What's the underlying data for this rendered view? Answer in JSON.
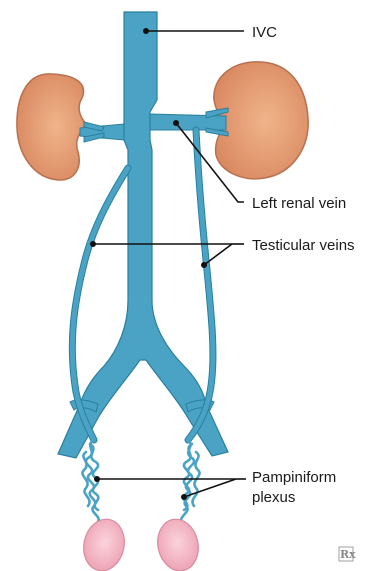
{
  "labels": {
    "ivc": "IVC",
    "left_renal_vein": "Left renal vein",
    "testicular_veins": "Testicular veins",
    "pampiniform_line1": "Pampiniform",
    "pampiniform_line2": "plexus"
  },
  "watermark": "Rx",
  "colors": {
    "vein": "#4aa3c4",
    "vein_outline": "#2a7f9e",
    "kidney": "#e8a47a",
    "kidney_outline": "#b8704f",
    "testis": "#f4b8c4",
    "testis_outline": "#d98a9c"
  }
}
